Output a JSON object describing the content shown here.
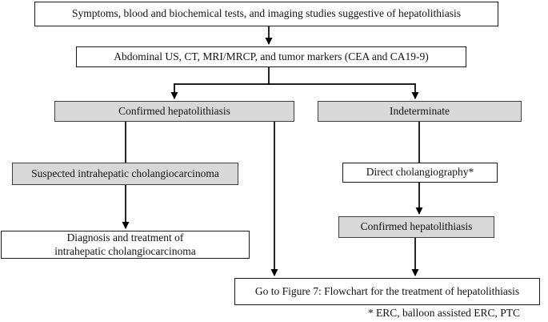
{
  "colors": {
    "page_bg": "#ffffff",
    "white_fill": "#ffffff",
    "gray_fill": "#d8d8d8",
    "gray_border": "#3d3d3d",
    "box_border": "#1c1c1c",
    "line_color": "#000000",
    "text_color": "#111111"
  },
  "flowchart": {
    "nodes": {
      "symptoms": {
        "label": "Symptoms, blood and biochemical tests, and imaging studies suggestive of hepatolithiasis"
      },
      "abdominal": {
        "label": "Abdominal US, CT, MRI/MRCP, and tumor markers (CEA and CA19-9)"
      },
      "confirmed_left": {
        "label": "Confirmed hepatolithiasis"
      },
      "indeterminate": {
        "label": "Indeterminate"
      },
      "suspected": {
        "label": "Suspected intrahepatic cholangiocarcinoma"
      },
      "direct": {
        "label": "Direct cholangiography*"
      },
      "confirmed_right": {
        "label": "Confirmed hepatolithiasis"
      },
      "diagnosis": {
        "label": "Diagnosis and treatment of\nintrahepatic cholangiocarcinoma"
      },
      "goto_figure": {
        "label": "Go to Figure 7: Flowchart for the treatment of hepatolithiasis"
      }
    },
    "footnote": "* ERC, balloon assisted ERC, PTC"
  }
}
